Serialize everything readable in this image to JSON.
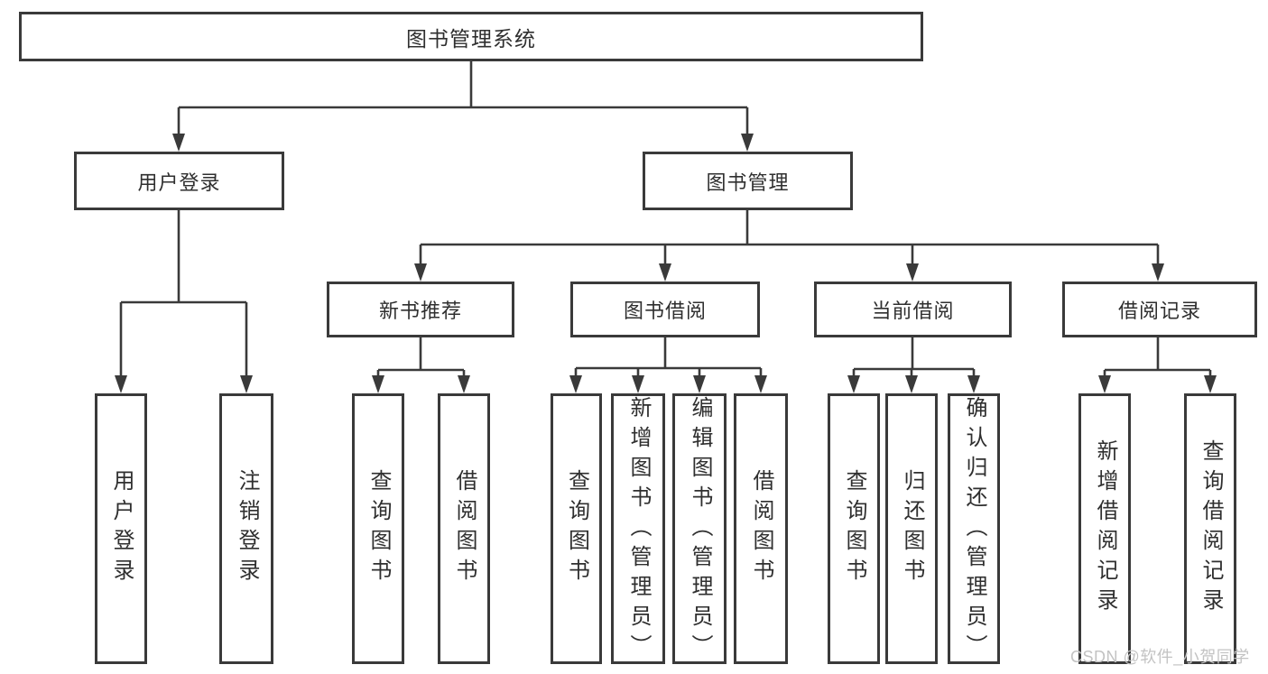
{
  "colors": {
    "line": "#3a3a3a",
    "text": "#2f2f2f",
    "box_background": "#ffffff",
    "page_background": "#ffffff",
    "watermark": "#c3c3c3"
  },
  "nodes": {
    "root": "图书管理系统",
    "l2_user_login": "用户登录",
    "l2_book_mgmt": "图书管理",
    "l3_new_book_rec": "新书推荐",
    "l3_book_borrow": "图书借阅",
    "l3_current_borrow": "当前借阅",
    "l3_borrow_records": "借阅记录",
    "leaf_user_login": "用户登录",
    "leaf_logout": "注销登录",
    "leaf_nbr_query": "查询图书",
    "leaf_nbr_borrow": "借阅图书",
    "leaf_bb_query": "查询图书",
    "leaf_bb_add": "新增图书（管理员）",
    "leaf_bb_edit": "编辑图书（管理员）",
    "leaf_bb_borrow": "借阅图书",
    "leaf_cb_query": "查询图书",
    "leaf_cb_return": "归还图书",
    "leaf_cb_confirm": "确认归还（管理员）",
    "leaf_br_add": "新增借阅记录",
    "leaf_br_query": "查询借阅记录"
  },
  "structure": {
    "root": [
      "l2_user_login",
      "l2_book_mgmt"
    ],
    "l2_user_login": [
      "leaf_user_login",
      "leaf_logout"
    ],
    "l2_book_mgmt": [
      "l3_new_book_rec",
      "l3_book_borrow",
      "l3_current_borrow",
      "l3_borrow_records"
    ],
    "l3_new_book_rec": [
      "leaf_nbr_query",
      "leaf_nbr_borrow"
    ],
    "l3_book_borrow": [
      "leaf_bb_query",
      "leaf_bb_add",
      "leaf_bb_edit",
      "leaf_bb_borrow"
    ],
    "l3_current_borrow": [
      "leaf_cb_query",
      "leaf_cb_return",
      "leaf_cb_confirm"
    ],
    "l3_borrow_records": [
      "leaf_br_add",
      "leaf_br_query"
    ]
  },
  "watermark": {
    "text": "CSDN @软件_小贺同学"
  }
}
